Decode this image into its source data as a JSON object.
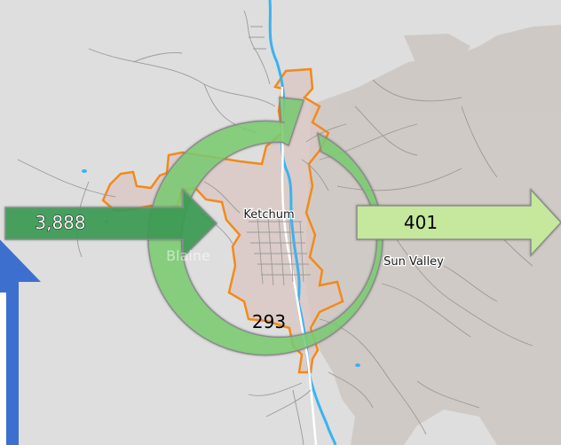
{
  "map": {
    "places": {
      "ketchum": "Ketchum",
      "sun_valley": "Sun Valley",
      "blaine": "Blaine"
    },
    "flows": {
      "inflow_value": "3,888",
      "outflow_value": "401",
      "internal_value": "293"
    },
    "colors": {
      "background": "#dedede",
      "terrain_patch": "#cfc8c4",
      "city_outline": "#f28a1a",
      "city_fill": "#d9c7c3",
      "river": "#39b3f0",
      "roads": "#9a9a9a",
      "inflow_arrow": "#3f9c54",
      "outflow_arrow": "#c5e89c",
      "ring_arrow": "#7ccf73",
      "side_arrow": "#3d6fcf"
    }
  }
}
